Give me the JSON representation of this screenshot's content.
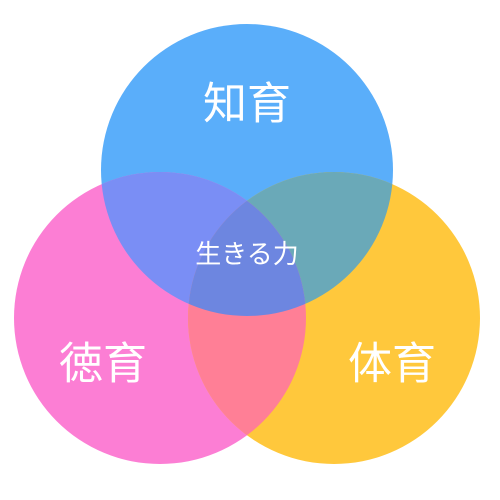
{
  "diagram": {
    "type": "venn",
    "sets": [
      {
        "id": "top",
        "label": "知育",
        "color": "#5aaefa"
      },
      {
        "id": "left",
        "label": "徳育",
        "color": "#fc7ed4"
      },
      {
        "id": "right",
        "label": "体育",
        "color": "#ffc83c"
      }
    ],
    "intersection_colors": {
      "top_left": "#7a8ef5",
      "top_right": "#6aa9b8",
      "left_right": "#ff7f96",
      "all": "#6d86e0"
    },
    "center_label": "生きる力"
  }
}
